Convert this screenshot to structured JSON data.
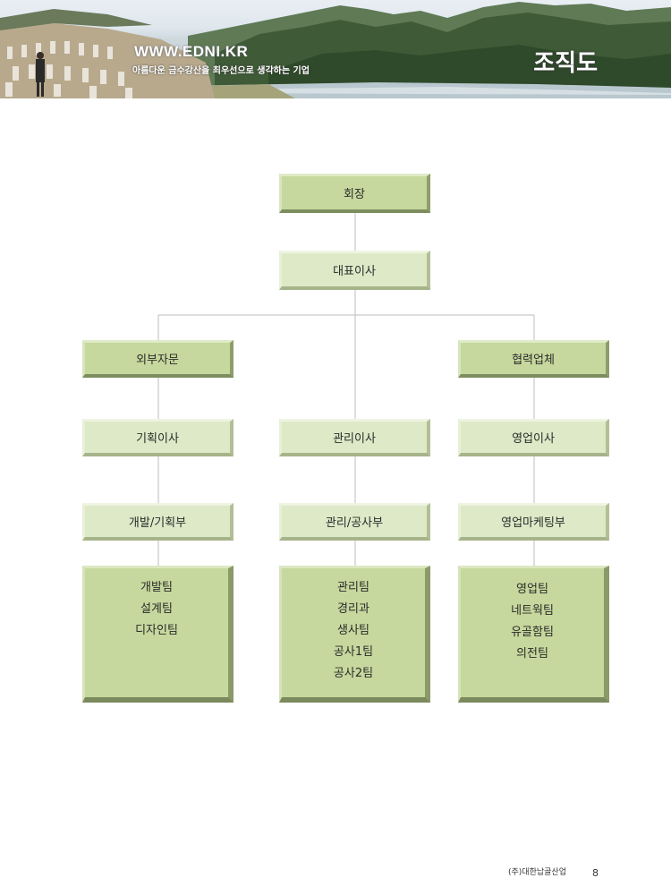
{
  "header": {
    "site_url": "WWW.EDNI.KR",
    "slogan": "아름다운 금수강산을 최우선으로 생각하는 기업",
    "page_title": "조직도"
  },
  "org_chart": {
    "chairman": "회장",
    "ceo": "대표이사",
    "external_advisory": "외부자문",
    "partner_companies": "협력업체",
    "directors": [
      "기획이사",
      "관리이사",
      "영업이사"
    ],
    "departments": [
      "개발/기획부",
      "관리/공사부",
      "영업마케팅부"
    ],
    "teams": [
      [
        "개발팀",
        "설계팀",
        "디자인팀"
      ],
      [
        "관리팀",
        "경리과",
        "생사팀",
        "공사1팀",
        "공사2팀"
      ],
      [
        "영업팀",
        "네트웍팀",
        "유골함팀",
        "의전팀"
      ]
    ]
  },
  "colors": {
    "box_dark": "#c6d89d",
    "box_light": "#dde9c7",
    "connector": "#bdbdbd"
  },
  "footer": {
    "company": "(주)대한납골산업",
    "page_number": "8"
  }
}
